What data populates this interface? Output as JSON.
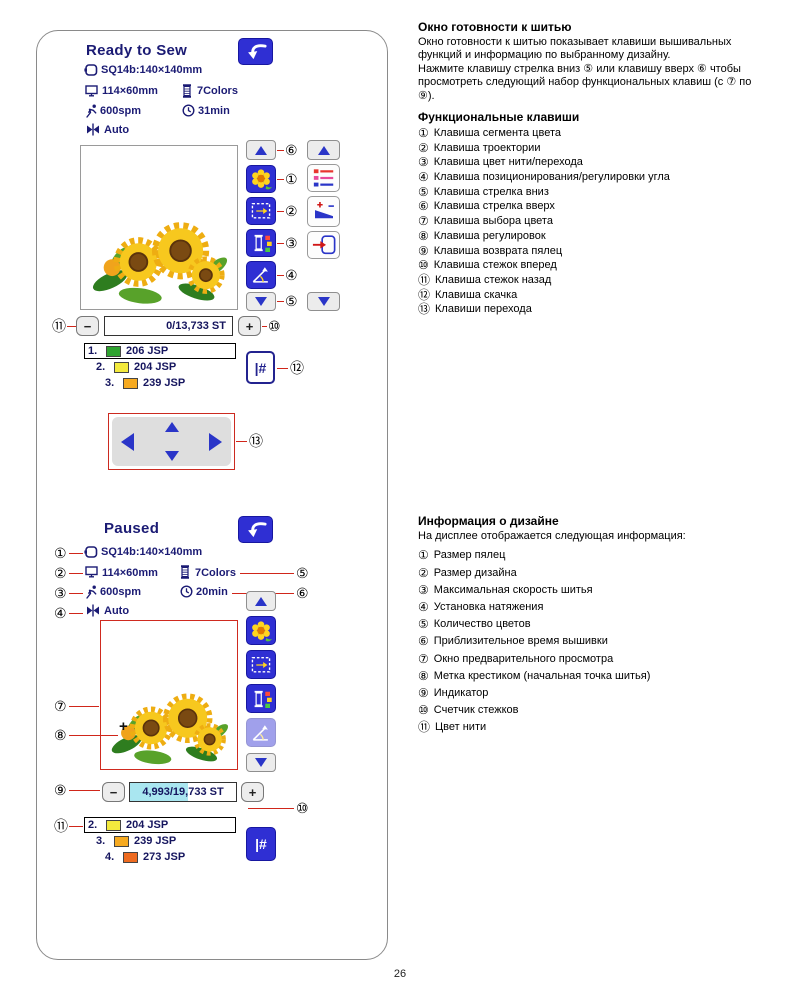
{
  "page_number": "26",
  "screen1": {
    "title": "Ready to Sew",
    "hoop": "SQ14b:140×140mm",
    "design_size": "114×60mm",
    "color_count": "7Colors",
    "speed": "600spm",
    "time": "31min",
    "tension": "Auto",
    "stitch_counter": "0/13,733 ST",
    "minus": "−",
    "plus": "+",
    "jump": "|#",
    "threads": [
      {
        "num": "1.",
        "color": "#2fa330",
        "label": "206 JSP"
      },
      {
        "num": "2.",
        "color": "#f3ea3d",
        "label": "204 JSP"
      },
      {
        "num": "3.",
        "color": "#f6aa20",
        "label": "239 JSP"
      }
    ]
  },
  "screen2": {
    "title": "Paused",
    "hoop": "SQ14b:140×140mm",
    "design_size": "114×60mm",
    "color_count": "7Colors",
    "speed": "600spm",
    "time": "20min",
    "tension": "Auto",
    "stitch_counter": "4,993/19,733 ST",
    "minus": "−",
    "plus": "+",
    "jump": "|#",
    "cross_mark": "+",
    "threads": [
      {
        "num": "2.",
        "color": "#f3ea3d",
        "label": "204 JSP"
      },
      {
        "num": "3.",
        "color": "#f6aa20",
        "label": "239 JSP"
      },
      {
        "num": "4.",
        "color": "#ee6b20",
        "label": "273 JSP"
      }
    ]
  },
  "colors": {
    "navy": "#1b1b74",
    "button_blue": "#2f2fd3",
    "callout_red": "#d0261a",
    "progress_cyan": "#a9e6f0",
    "pad_border_red": "#cc2a20"
  },
  "fig1_callouts": {
    "k1": "①",
    "k2": "②",
    "k3": "③",
    "k4": "④",
    "k5": "⑤",
    "k6": "⑥",
    "k10": "⑩",
    "k11": "⑪",
    "k12": "⑫",
    "k13": "⑬"
  },
  "fig2_callouts": {
    "k1": "①",
    "k2": "②",
    "k3": "③",
    "k4": "④",
    "k5": "⑤",
    "k6": "⑥",
    "k7": "⑦",
    "k8": "⑧",
    "k9": "⑨",
    "k10": "⑩",
    "k11": "⑪"
  },
  "sections": {
    "ready": {
      "title": "Окно готовности к шитью",
      "p1": "Окно готовности к шитью показывает клавиши вышивальных функций и информацию по выбранному дизайну.",
      "p2": "Нажмите клавишу стрелка вниз ⑤ или клавишу вверх ⑥ чтобы просмотреть следующий набор функциональных клавиш (с ⑦ по ⑨).",
      "keys_heading": "Функциональные клавиши",
      "keys": [
        {
          "n": "①",
          "t": "Клавиша сегмента цвета"
        },
        {
          "n": "②",
          "t": "Клавиша троектории"
        },
        {
          "n": "③",
          "t": "Клавиша цвет нити/перехода"
        },
        {
          "n": "④",
          "t": "Клавиша позиционирования/регулировки угла"
        },
        {
          "n": "⑤",
          "t": "Клавиша стрелка вниз"
        },
        {
          "n": "⑥",
          "t": "Клавиша стрелка вверх"
        },
        {
          "n": "⑦",
          "t": "Клавиша выбора цвета"
        },
        {
          "n": "⑧",
          "t": "Клавиша регулировок"
        },
        {
          "n": "⑨",
          "t": "Клавиша возврата пялец"
        },
        {
          "n": "⑩",
          "t": "Клавиша стежок вперед"
        },
        {
          "n": "⑪",
          "t": "Клавиша стежок назад"
        },
        {
          "n": "⑫",
          "t": "Клавиша скачка"
        },
        {
          "n": "⑬",
          "t": "Клавиши перехода"
        }
      ]
    },
    "design": {
      "title": "Информация о дизайне",
      "p1": "На дисплее отображается следующая информация:",
      "items": [
        {
          "n": "①",
          "t": "Размер пялец"
        },
        {
          "n": "②",
          "t": "Размер дизайна"
        },
        {
          "n": "③",
          "t": "Максимальная скорость шитья"
        },
        {
          "n": "④",
          "t": "Установка натяжения"
        },
        {
          "n": "⑤",
          "t": "Количество цветов"
        },
        {
          "n": "⑥",
          "t": "Приблизительное время вышивки"
        },
        {
          "n": "⑦",
          "t": "Окно предварительного просмотра"
        },
        {
          "n": "⑧",
          "t": "Метка крестиком (начальная точка шитья)"
        },
        {
          "n": "⑨",
          "t": "Индикатор"
        },
        {
          "n": "⑩",
          "t": "Счетчик стежков"
        },
        {
          "n": "⑪",
          "t": "Цвет нити"
        }
      ]
    }
  }
}
